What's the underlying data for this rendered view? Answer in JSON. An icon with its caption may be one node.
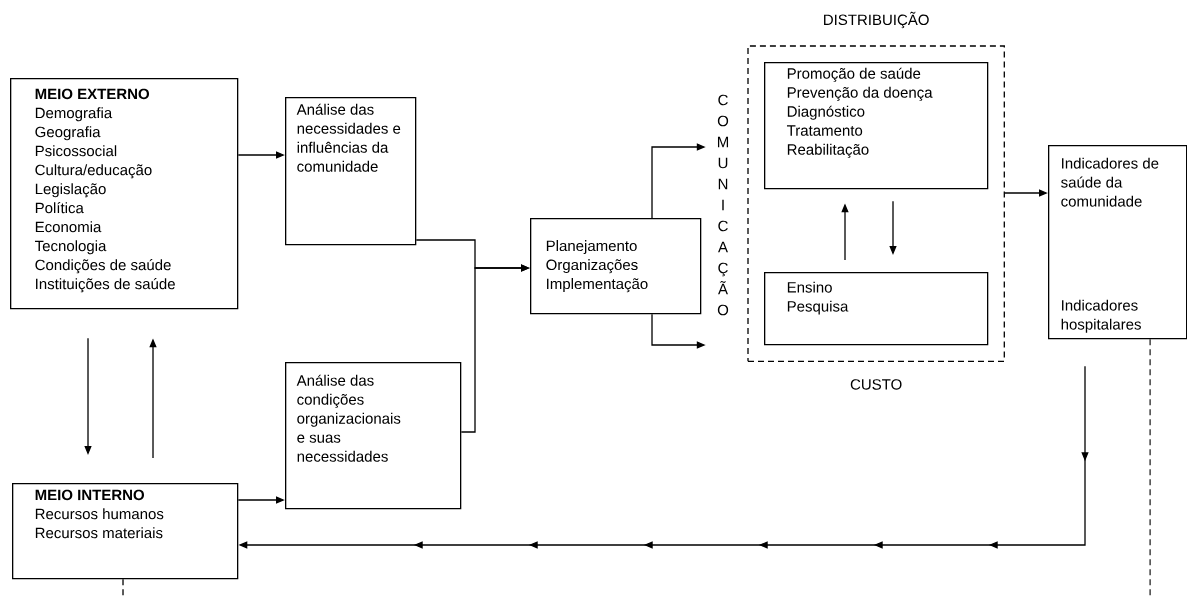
{
  "diagram": {
    "nodes": [
      {
        "text": [
          "MEIO EXTERNO",
          "Demografia",
          "Geografia",
          "Psicossocial",
          "Cultura/educação",
          "Legislação",
          "Política",
          "Economia",
          "Tecnologia",
          "Condições de saúde",
          "Instituições de saúde"
        ]
      },
      {
        "text": [
          "Análise das necessidades e influências da comunidade"
        ]
      },
      {
        "text": [
          "Análise das condições organizacionais e suas necessidades"
        ]
      },
      {
        "text": [
          "MEIO INTERNO",
          "Recursos humanos",
          "Recursos materiais"
        ]
      },
      {
        "text": [
          "Planejamento",
          "Organizações",
          "Implementação"
        ]
      },
      {
        "text": [
          "COMUNICAÇÃO"
        ]
      },
      {
        "text": [
          "DISTRIBUIÇÃO",
          "CUSTO"
        ]
      },
      {
        "text": [
          "Promoção de saúde",
          "Prevenção da doença",
          "Diagnóstico",
          "Tratamento",
          "Reabilitação"
        ],
        "in": 6
      },
      {
        "text": [
          "Ensino",
          "Pesquisa"
        ],
        "in": 6
      },
      {
        "text": [
          "Indicadores de saúde da comunidade",
          "Indicadores hospitalares"
        ]
      }
    ],
    "edges": [
      {
        "from": 0,
        "to": 1,
        "arrow": "to"
      },
      {
        "from": 0,
        "to": 3,
        "arrow": "to"
      },
      {
        "from": 3,
        "to": 0,
        "arrow": "to"
      },
      {
        "from": 3,
        "to": 2,
        "arrow": "to"
      },
      {
        "from": 1,
        "to": 4,
        "arrow": "to"
      },
      {
        "from": 2,
        "to": 4,
        "arrow": "to"
      },
      {
        "from": 4,
        "to": 5,
        "arrow": "to"
      },
      {
        "from": 4,
        "to": 5,
        "arrow": "to"
      },
      {
        "from": 8,
        "to": 7,
        "arrow": "to"
      },
      {
        "from": 7,
        "to": 8,
        "arrow": "to"
      },
      {
        "from": 6,
        "to": 9,
        "arrow": "to"
      },
      {
        "from": 9,
        "to": 3,
        "arrow": "to"
      },
      {
        "from": 9,
        "to": null,
        "arrow": "none",
        "style": "dashed"
      },
      {
        "from": 3,
        "to": null,
        "arrow": "none",
        "style": "dashed"
      }
    ]
  }
}
